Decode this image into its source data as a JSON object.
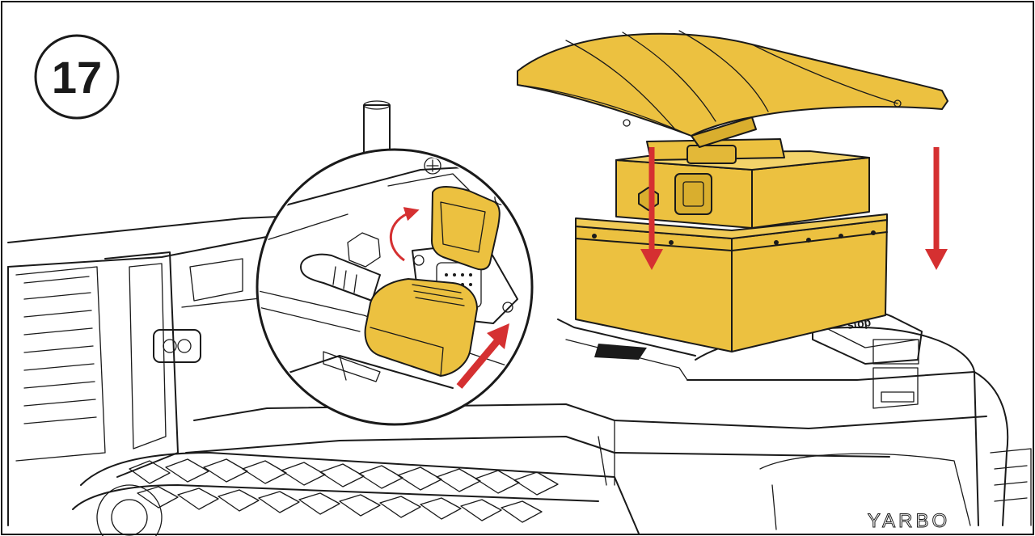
{
  "step": {
    "number": "17"
  },
  "product": {
    "brand": "YARBO",
    "lid_label": "stop"
  },
  "colors": {
    "part_yellow": "#ECC140",
    "arrow_red": "#D53031",
    "outline": "#1A1A1A",
    "background": "#FFFFFF"
  },
  "icons": {
    "battery_lid": "lid-icon",
    "battery": "battery-pack-icon",
    "connector_cap": "connector-cap-icon",
    "insert_direction": "arrow-down-icon"
  }
}
